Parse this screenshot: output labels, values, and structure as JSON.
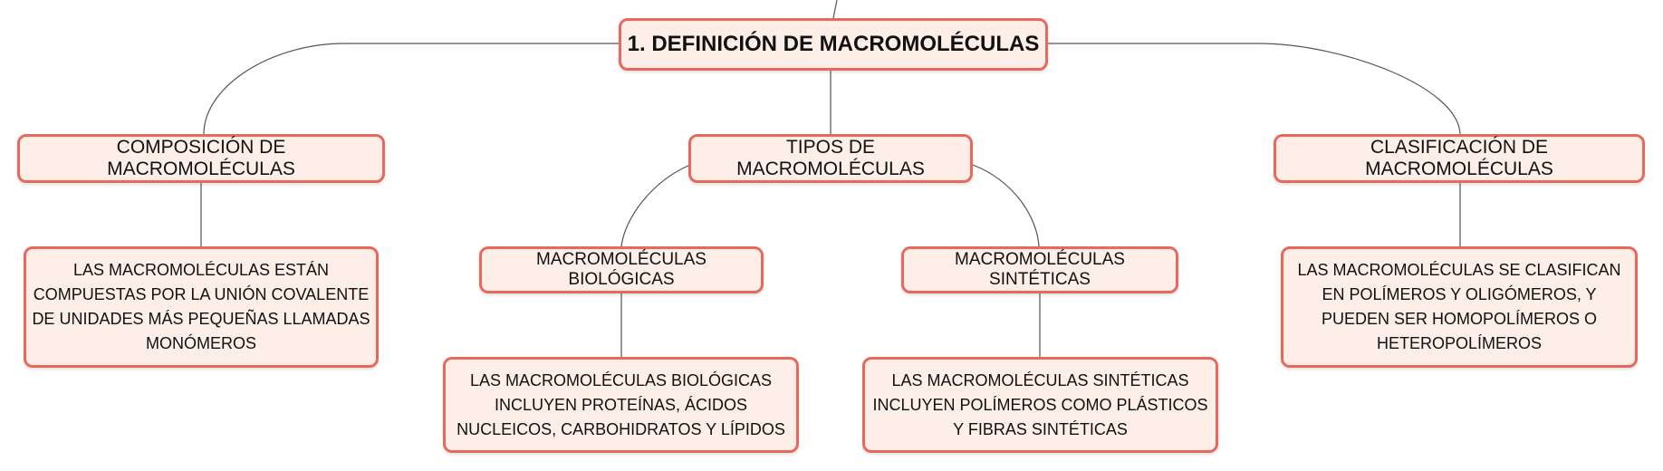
{
  "colors": {
    "node_border": "#e8695b",
    "node_fill": "#fdeee8",
    "connector": "#555555",
    "text": "#111111"
  },
  "root": {
    "label": "1. DEFINICIÓN DE MACROMOLÉCULAS"
  },
  "branches": {
    "composicion": {
      "label": "COMPOSICIÓN DE MACROMOLÉCULAS",
      "detail": "LAS MACROMOLÉCULAS ESTÁN COMPUESTAS POR LA UNIÓN COVALENTE DE UNIDADES MÁS PEQUEÑAS LLAMADAS MONÓMEROS"
    },
    "tipos": {
      "label": "TIPOS DE MACROMOLÉCULAS",
      "biologicas": {
        "label": "MACROMOLÉCULAS BIOLÓGICAS",
        "detail": "LAS MACROMOLÉCULAS BIOLÓGICAS INCLUYEN PROTEÍNAS, ÁCIDOS NUCLEICOS, CARBOHIDRATOS Y LÍPIDOS"
      },
      "sinteticas": {
        "label": "MACROMOLÉCULAS SINTÉTICAS",
        "detail": "LAS MACROMOLÉCULAS SINTÉTICAS INCLUYEN POLÍMEROS COMO PLÁSTICOS Y FIBRAS SINTÉTICAS"
      }
    },
    "clasificacion": {
      "label": "CLASIFICACIÓN DE MACROMOLÉCULAS",
      "detail": "LAS MACROMOLÉCULAS SE CLASIFICAN EN POLÍMEROS Y OLIGÓMEROS, Y PUEDEN SER HOMOPOLÍMEROS O HETEROPOLÍMEROS"
    }
  }
}
